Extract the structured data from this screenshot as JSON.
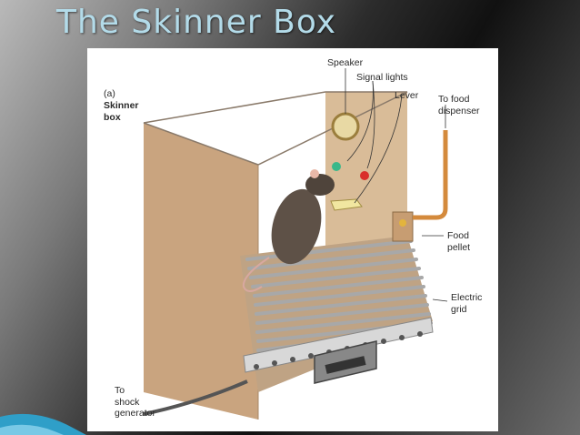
{
  "slide": {
    "title": "The Skinner Box"
  },
  "figure": {
    "panel_letter": "(a)",
    "panel_caption": "Skinner\nbox",
    "labels": {
      "speaker": "Speaker",
      "signal_lights": "Signal lights",
      "lever": "Lever",
      "to_food_dispenser": "To food\ndispenser",
      "food_pellet": "Food\npellet",
      "electric_grid": "Electric\ngrid",
      "to_shock_generator": "To\nshock\ngenerator"
    }
  },
  "colors": {
    "title": "#b3dbe9",
    "box_wall": "#dcbf9e",
    "box_wall_shadow": "#c4a17c",
    "grid_bar": "#9a9a9a",
    "signal_light_green": "#39b88a",
    "signal_light_red": "#d9302b",
    "tube": "#d48a3c",
    "accent": "#2f9fc8"
  }
}
